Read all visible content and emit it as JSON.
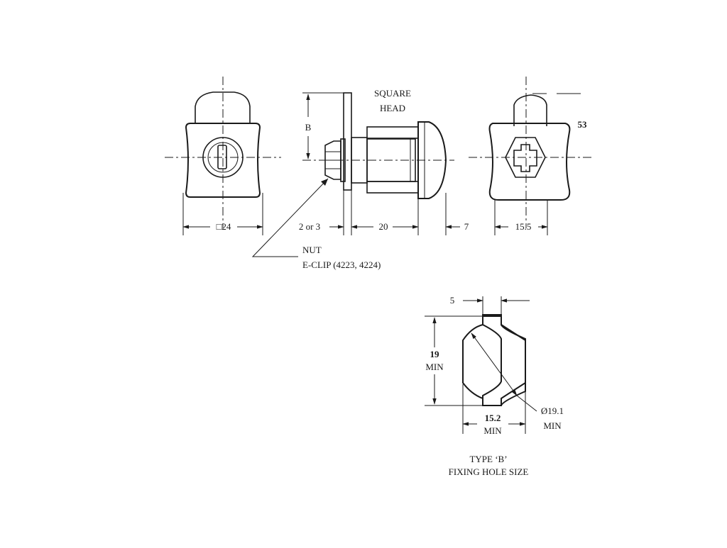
{
  "labels": {
    "square_head_1": "SQUARE",
    "square_head_2": "HEAD",
    "dim_b": "B",
    "dim_53": "53",
    "dim_24": "□24",
    "dim_2or3": "2 or 3",
    "dim_20": "20",
    "dim_7": "7",
    "dim_15_5": "15.5",
    "nut": "NUT",
    "eclip": "E-CLIP (4223, 4224)",
    "dim_5": "5",
    "dim_19": "19",
    "dim_19_min": "MIN",
    "dim_15_2": "15.2",
    "dim_15_2_min": "MIN",
    "dim_dia": "Ø19.1",
    "dim_dia_min": "MIN",
    "caption_1": "TYPE ‘B’",
    "caption_2": "FIXING HOLE SIZE"
  }
}
